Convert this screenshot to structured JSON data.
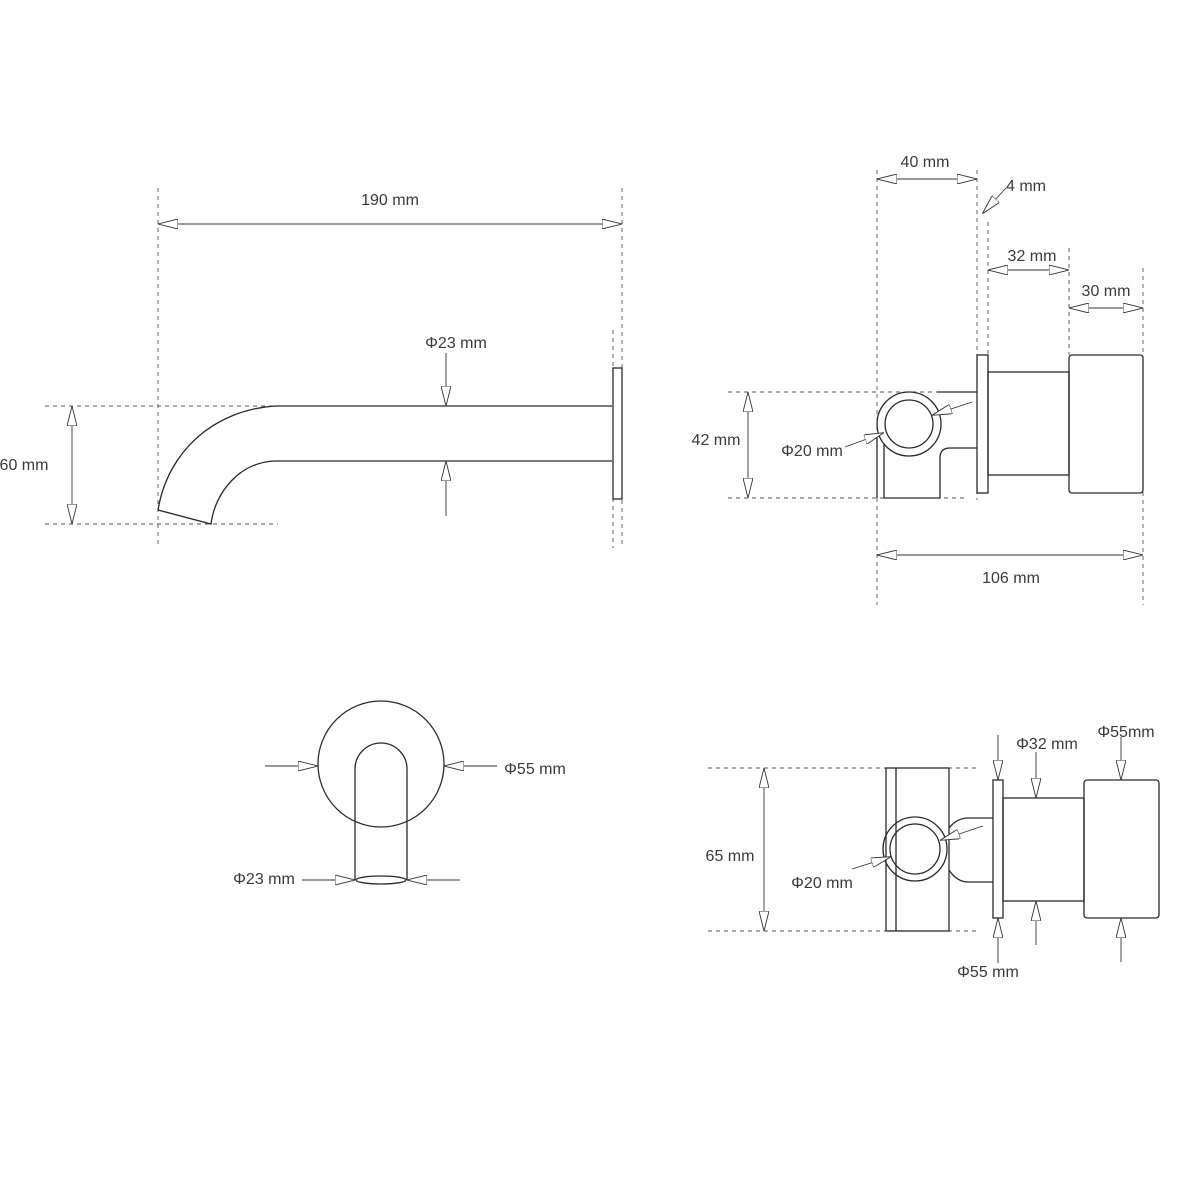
{
  "labels": {
    "spout_length": "190 mm",
    "spout_diameter": "Φ23 mm",
    "spout_drop": "60 mm",
    "valve_body_depth": "40 mm",
    "plate_thickness": "4 mm",
    "stem_length": "32 mm",
    "handle_length": "30 mm",
    "body_height": "42 mm",
    "inlet_diameter_side": "Φ20 mm",
    "overall_depth": "106 mm",
    "wall_plate_diameter": "Φ55 mm",
    "spout_outlet_diameter": "Φ23 mm",
    "stem_diameter": "Φ32 mm",
    "handle_diameter": "Φ55mm",
    "body_width": "65 mm",
    "inlet_diameter_top": "Φ20 mm",
    "mixer_plate_diameter": "Φ55 mm"
  }
}
